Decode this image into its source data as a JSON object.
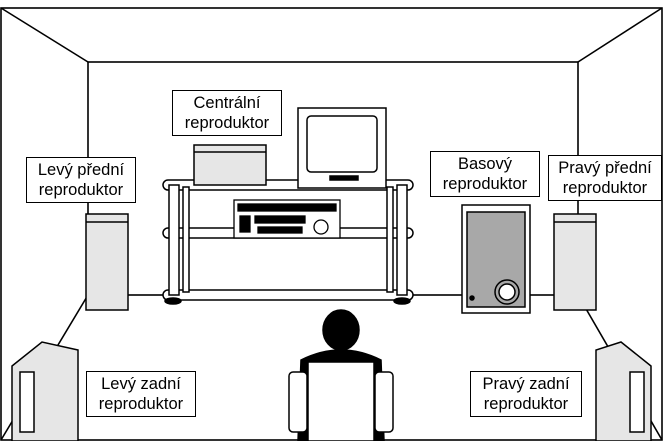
{
  "labels": {
    "center": {
      "line1": "Centrální",
      "line2": "reproduktor"
    },
    "front_left": {
      "line1": "Levý přední",
      "line2": "reproduktor"
    },
    "subwoofer": {
      "line1": "Basový",
      "line2": "reproduktor"
    },
    "front_right": {
      "line1": "Pravý přední",
      "line2": "reproduktor"
    },
    "rear_left": {
      "line1": "Levý zadní",
      "line2": "reproduktor"
    },
    "rear_right": {
      "line1": "Pravý zadní",
      "line2": "reproduktor"
    }
  },
  "colors": {
    "line": "#000000",
    "speaker_fill": "#e6e6e6",
    "subwoofer_fill": "#a8a8a8",
    "listener": "#000000",
    "background": "#ffffff"
  }
}
